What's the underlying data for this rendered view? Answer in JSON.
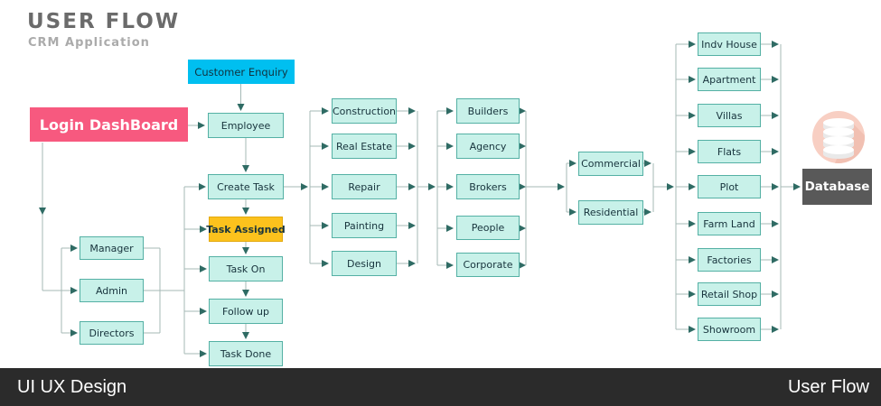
{
  "header": {
    "title": "USER FLOW",
    "subtitle": "CRM Application"
  },
  "nodes": {
    "customer_enquiry": "Customer Enquiry",
    "login": "Login DashBoard",
    "employee": "Employee",
    "create_task": "Create Task",
    "task_assigned": "Task Assigned",
    "task_on": "Task On",
    "follow_up": "Follow up",
    "task_done": "Task Done",
    "manager": "Manager",
    "admin": "Admin",
    "directors": "Directors",
    "construction": "Construction",
    "real_estate": "Real Estate",
    "repair": "Repair",
    "painting": "Painting",
    "design": "Design",
    "builders": "Builders",
    "agency": "Agency",
    "brokers": "Brokers",
    "people": "People",
    "corporate": "Corporate",
    "commercial": "Commercial",
    "residential": "Residential",
    "indv_house": "Indv House",
    "apartment": "Apartment",
    "villas": "Villas",
    "flats": "Flats",
    "plot": "Plot",
    "farm_land": "Farm Land",
    "factories": "Factories",
    "retail_shop": "Retail Shop",
    "showroom": "Showroom",
    "database": "Database"
  },
  "footer": {
    "left": "UI UX Design",
    "right": "User Flow"
  },
  "colors": {
    "accent_cyan": "#00bff0",
    "accent_pink": "#f7597f",
    "accent_gold": "#fcc21d",
    "node_fill": "#c8f1e9",
    "node_border": "#54b0a4",
    "line": "#a5b9b6",
    "arrow": "#2f6b64",
    "database_gray": "#595959",
    "db_icon_circle": "#f8cfc3",
    "footer_bg": "#2b2b2b"
  }
}
